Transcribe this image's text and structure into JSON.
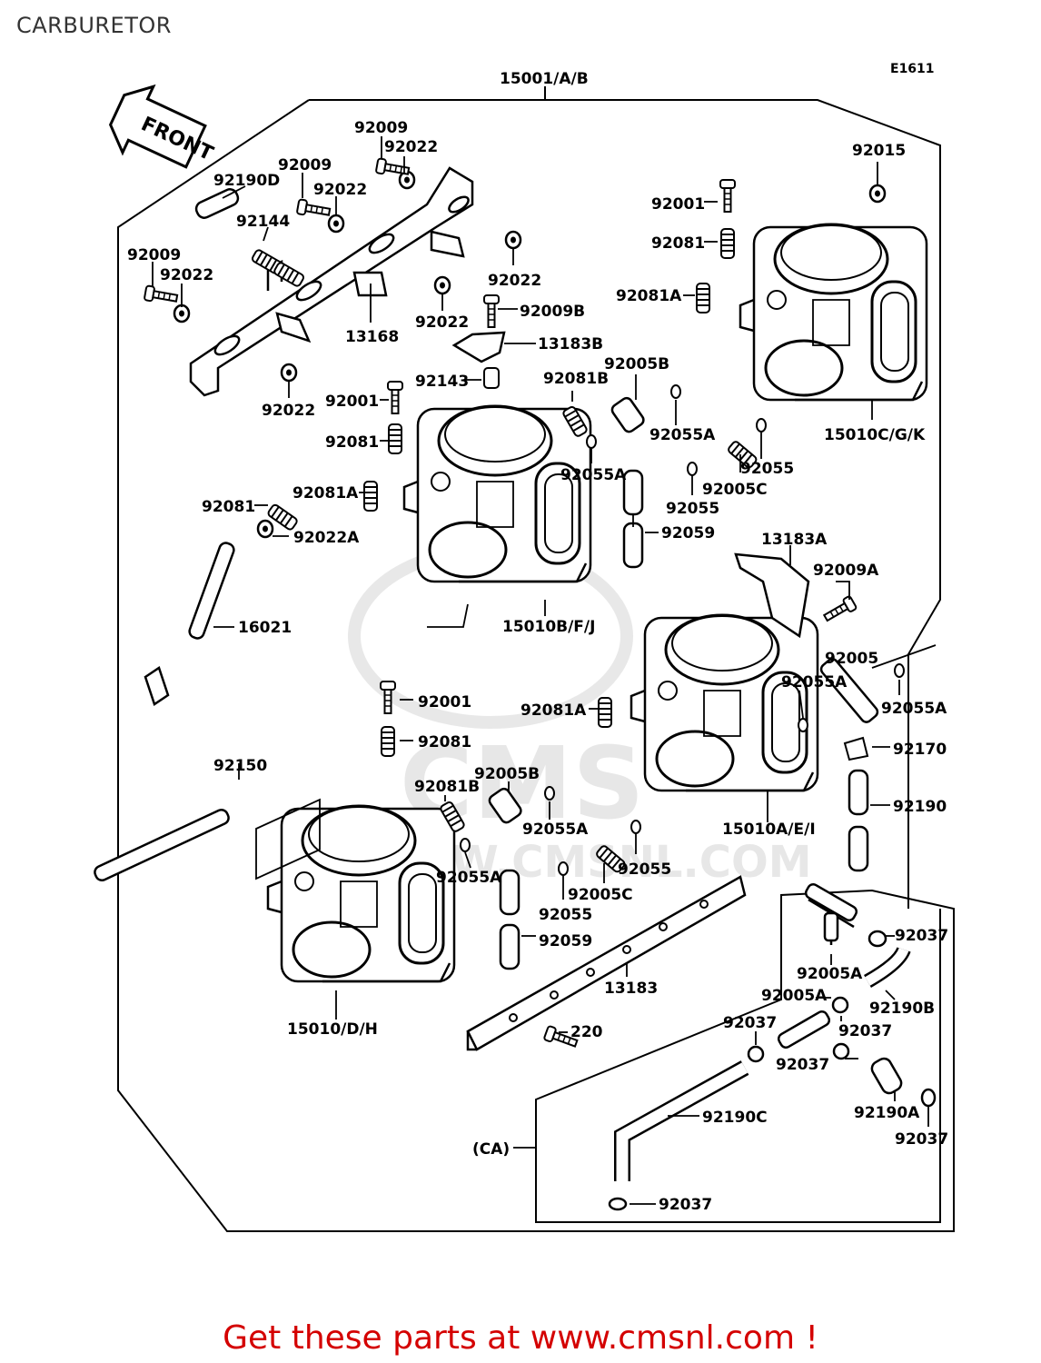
{
  "page": {
    "title": "CARBURETOR",
    "footer": "Get these parts at www.cmsnl.com !"
  },
  "diagram": {
    "code": "E1611",
    "assembly": "15001/A/B",
    "front_label": "FRONT",
    "watermark": "CMS",
    "watermark_url": "WWW.CMSNL.COM",
    "labels": [
      "92009",
      "92022",
      "92009",
      "92022",
      "92190D",
      "92144",
      "92009",
      "92022",
      "92022",
      "92022",
      "13168",
      "92022",
      "92009B",
      "13183B",
      "92143",
      "92001",
      "92081",
      "92081A",
      "92081",
      "92022A",
      "16021",
      "92081B",
      "92005B",
      "92055A",
      "92055A",
      "92059",
      "92005C",
      "92055",
      "92055",
      "15010B/F/J",
      "92015",
      "92001",
      "92081",
      "92081A",
      "15010C/G/K",
      "13183A",
      "92009A",
      "92005",
      "92055A",
      "92055A",
      "92081A",
      "92170",
      "92190",
      "15010A/E/I",
      "92001",
      "92081",
      "92150",
      "92081B",
      "92005B",
      "92055A",
      "92055A",
      "92055",
      "92005C",
      "92055",
      "92059",
      "15010/D/H",
      "13183",
      "220",
      "92037",
      "92005A",
      "92190B",
      "92005A",
      "92037",
      "92037",
      "92037",
      "92190A",
      "92037",
      "92190C",
      "(CA)",
      "92037"
    ]
  },
  "colors": {
    "line": "#000000",
    "footer": "#d40000",
    "watermark": "#bcbcbc"
  }
}
